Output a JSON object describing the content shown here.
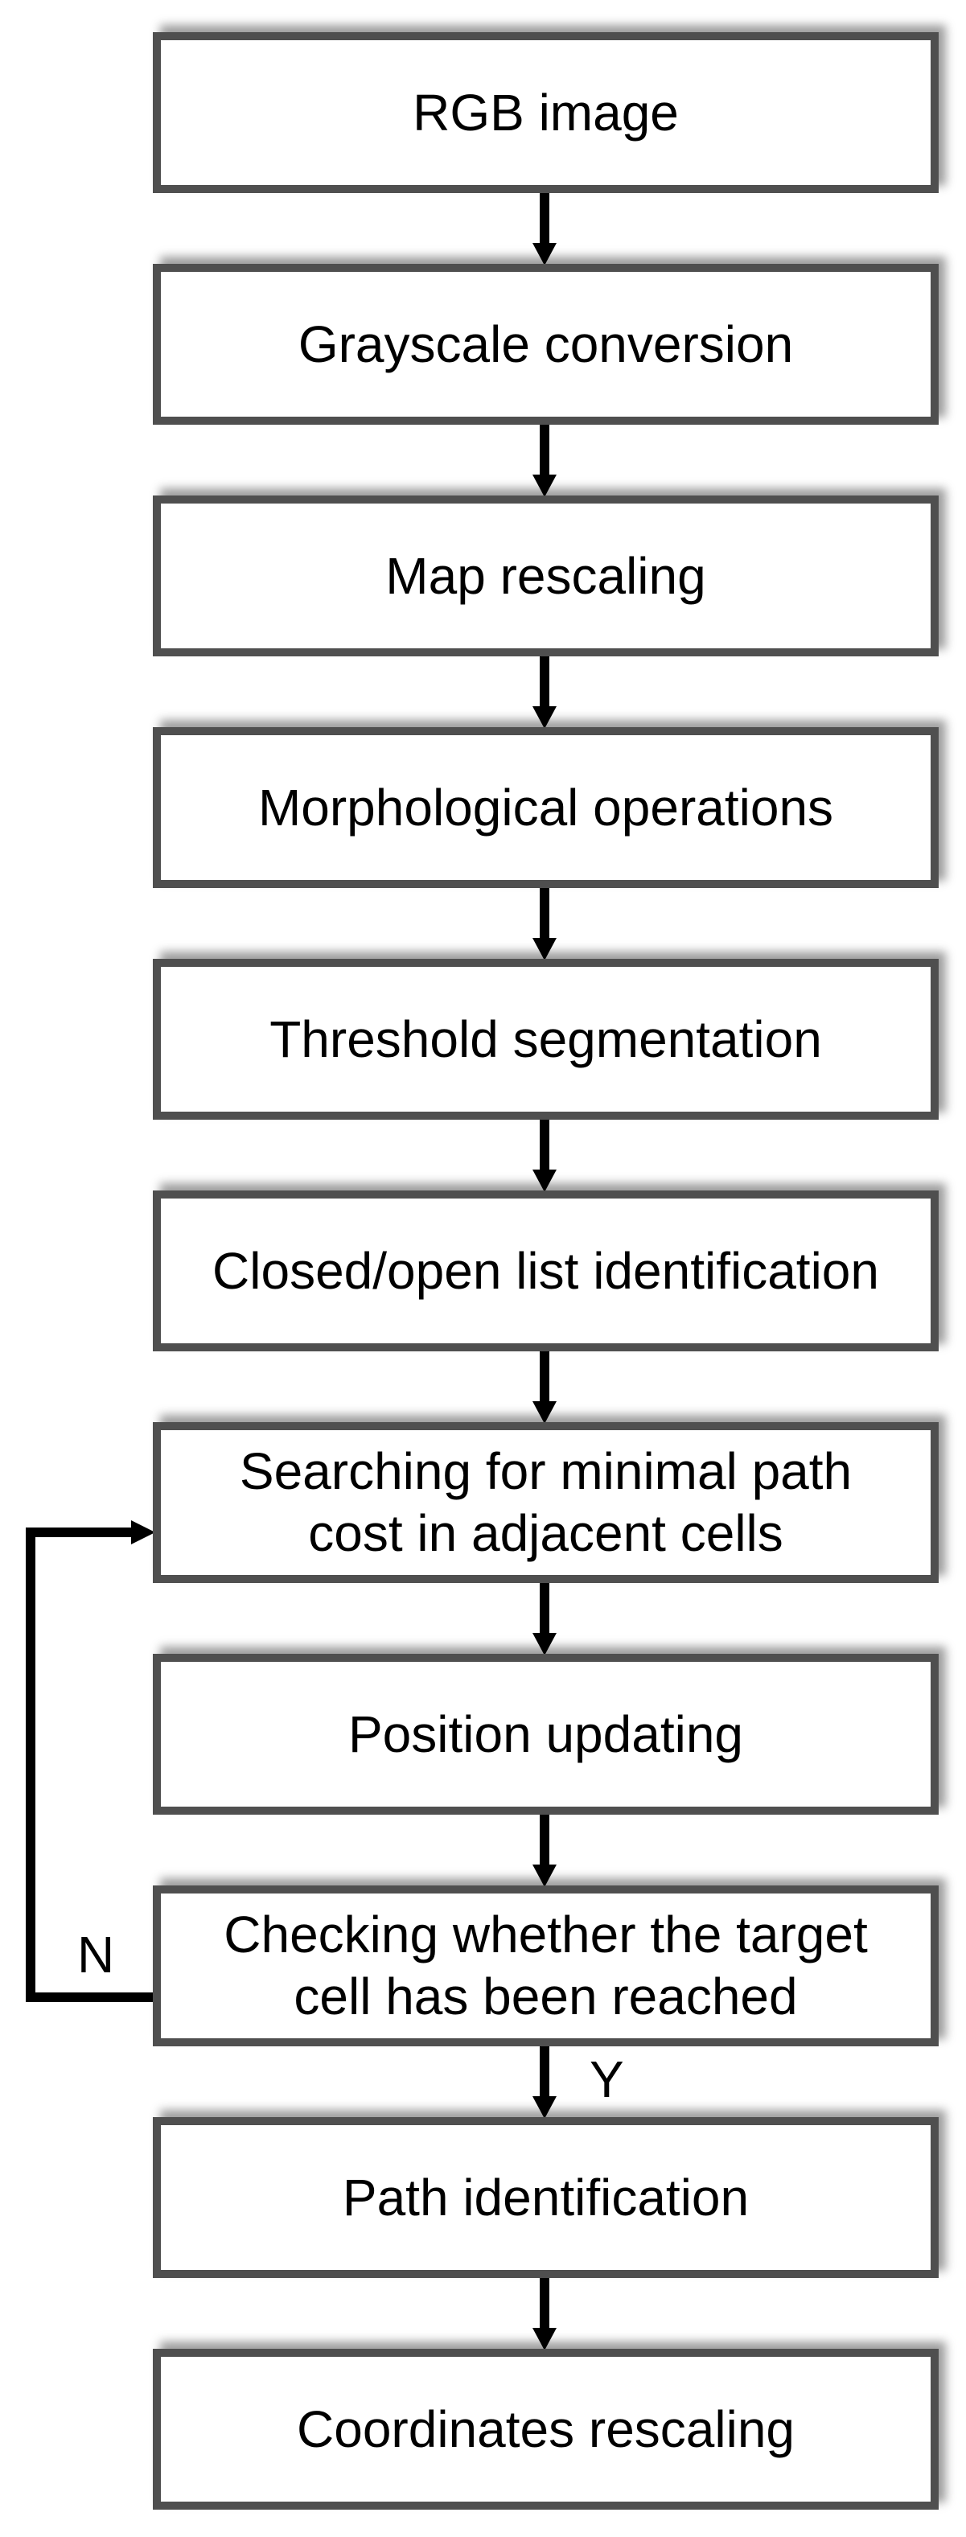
{
  "flowchart": {
    "nodes": [
      {
        "name": "rgb-image",
        "label": "RGB image"
      },
      {
        "name": "grayscale-conversion",
        "label": "Grayscale conversion"
      },
      {
        "name": "map-rescaling",
        "label": "Map rescaling"
      },
      {
        "name": "morphological-operations",
        "label": "Morphological operations"
      },
      {
        "name": "threshold-segmentation",
        "label": "Threshold segmentation"
      },
      {
        "name": "closed-open-list-identification",
        "label": "Closed/open list identification"
      },
      {
        "name": "searching-minimal-path-cost",
        "label": "Searching for minimal path\ncost in adjacent cells"
      },
      {
        "name": "position-updating",
        "label": "Position updating"
      },
      {
        "name": "checking-target-reached",
        "label": "Checking whether the target\ncell has been reached"
      },
      {
        "name": "path-identification",
        "label": "Path identification"
      },
      {
        "name": "coordinates-rescaling",
        "label": "Coordinates rescaling"
      }
    ],
    "loop": {
      "no_label": "N",
      "yes_label": "Y",
      "from": "checking-target-reached",
      "to": "searching-minimal-path-cost"
    },
    "colors": {
      "box_border": "#4f4f4f",
      "box_fill": "#ffffff",
      "line": "#000000",
      "background": "#ffffff"
    }
  }
}
